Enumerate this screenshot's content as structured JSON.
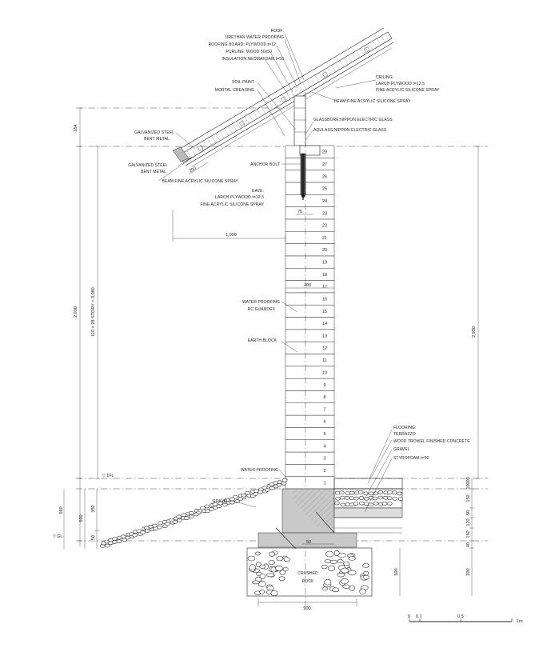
{
  "labels": {
    "roof": "ROOF:",
    "urethan": "URETHAN WATER PROOFING",
    "roofing_board": "ROOFING BOARD: PLYWOOD t=12",
    "purline": "PURLINE: WOOD 50x50",
    "insulation": "INSULATION:NEOMAFOAM t=50",
    "soil_paint": "SOIL PAINT",
    "mortal": "MORTAL CREASING",
    "ceiling": "CEILING:",
    "ceiling_plywood": "LARCH PLYWOOD t=12.5",
    "ceiling_spray": "FINE ACRYLIC SILICONE SPRAY",
    "beam_top": "BEAM:FINE ACRYLIC SILICONE SPRAY",
    "galv1a": "GALVANIZED STEEL",
    "galv1b": "BENT METAL",
    "galv2a": "GALVANIZED STEEL",
    "galv2b": "BENT METAL",
    "glassbore": "GLASSBORE:NIPPON ELECTRIC GLASS",
    "aqulass": "AQULASS:NIPPON ELECTRIC GLASS",
    "anchor": "ANCHOR BOLT",
    "beam_low": "BEAM:FINE ACRYLIC SILICONE SPRAY",
    "eave": "EAVE:",
    "eave_plywood": "LARCH PLYWOOD t=12.5",
    "eave_spray": "FINE ACRYLIC SILICONE SPRAY",
    "wp1": "WATER PROOFING",
    "wp1b": "RC GUARDEX",
    "earth_block": "EARTH BLOCK",
    "flooring": "FLOORING:",
    "terrazzo": "TERRAZZO",
    "wood_trowel": "WOOD TROWEL FINISHED CONCRETE",
    "gravel_f": "GRAVEL",
    "styrofoam": "STYROFOAM t=50",
    "wp2": "WATER PROOFING",
    "gravel": "GRAVEL",
    "crushed": "CRUSHED",
    "rock": "ROCK",
    "fl1": "▽ 1FL",
    "gl": "▽ GL"
  },
  "dims": {
    "eave_len": "200",
    "overhang": "1,000",
    "half_wall": "75",
    "wall_w": "400",
    "left_top": "354",
    "left_total": "2,930",
    "story": "110 × 28 STORY = 3,080",
    "right_total": "2,930",
    "left_560": "560",
    "left_500": "500",
    "left_350": "350",
    "left_50": "50",
    "footing_50": "50",
    "r_10000": "10000",
    "r_150a": "150",
    "r_50": "50",
    "r_120": "120",
    "r_150b": "150",
    "r_40": "40",
    "r_500": "500",
    "r_200": "200",
    "footing_w": "900"
  },
  "courses": [
    "1",
    "2",
    "3",
    "4",
    "5",
    "6",
    "7",
    "8",
    "9",
    "10",
    "11",
    "12",
    "13",
    "14",
    "15",
    "16",
    "17",
    "18",
    "19",
    "20",
    "21",
    "22",
    "23",
    "24",
    "25",
    "26",
    "27",
    "28"
  ],
  "scale": {
    "s0": "0",
    "s1": "0.1",
    "s2": "0.5",
    "unit": "1m"
  }
}
